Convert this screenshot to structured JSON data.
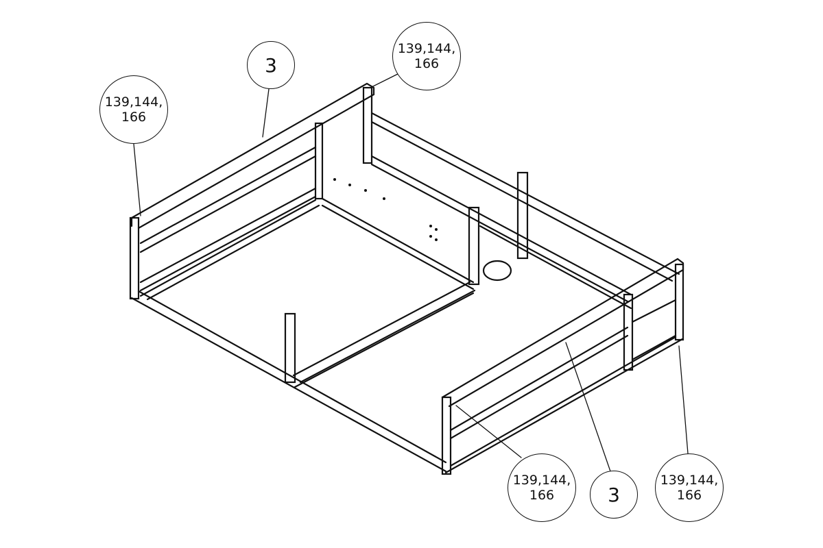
{
  "drawing": {
    "title": "Frame assembly isometric view",
    "balloons": [
      {
        "id": "balloon-top-3",
        "label": "3"
      },
      {
        "id": "balloon-top-right",
        "label": "139,144,\n166"
      },
      {
        "id": "balloon-left",
        "label": "139,144,\n166"
      },
      {
        "id": "balloon-bottom-left",
        "label": "139,144,\n166"
      },
      {
        "id": "balloon-bottom-3",
        "label": "3"
      },
      {
        "id": "balloon-bottom-right",
        "label": "139,144,\n166"
      }
    ],
    "line_color": "#111111"
  }
}
